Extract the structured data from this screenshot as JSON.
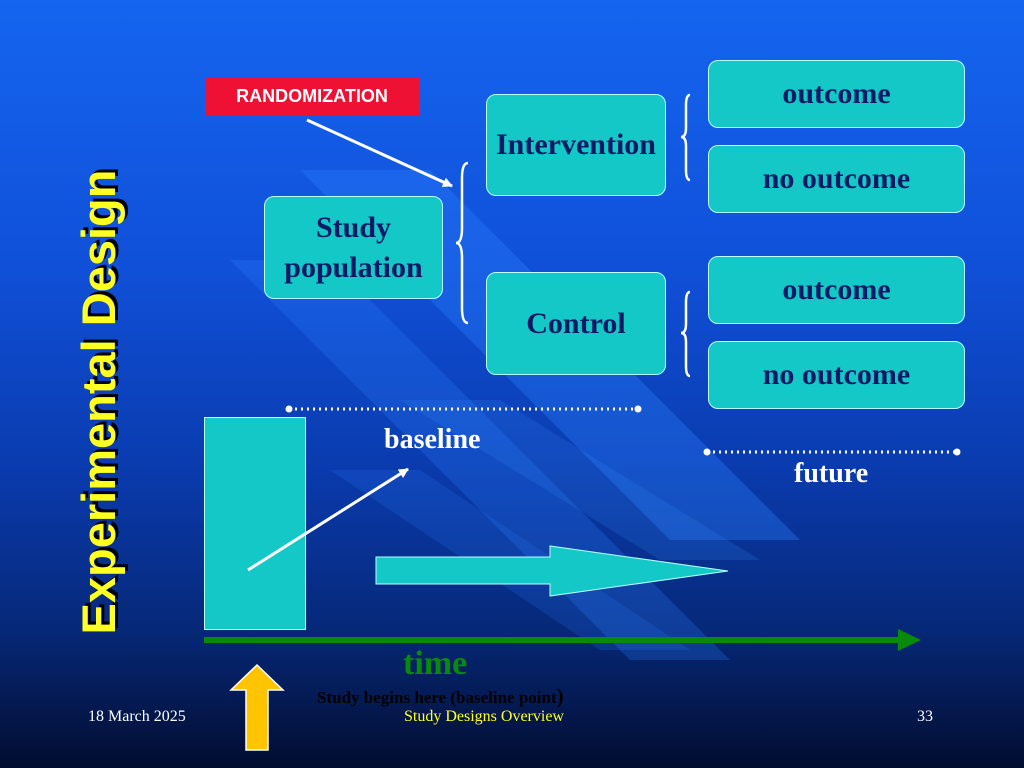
{
  "slide": {
    "vertical_title": "Experimental Design",
    "randomization_label": "RANDOMIZATION",
    "study_population_line1": "Study",
    "study_population_line2": "population",
    "intervention": "Intervention",
    "control": "Control",
    "outcome_1": "outcome",
    "no_outcome_1": "no outcome",
    "outcome_2": "outcome",
    "no_outcome_2": "no outcome",
    "baseline": "baseline",
    "future": "future",
    "time": "time",
    "study_begins": "Study begins here  (baseline point",
    "study_begins_paren": ")"
  },
  "footer": {
    "date": "18 March 2025",
    "center": "Study Designs Overview",
    "page": "33"
  },
  "colors": {
    "box_fill": "#14c8c8",
    "title_yellow": "#ffff22",
    "time_green": "#0a8a0a",
    "randomization_red": "#ee1133",
    "up_arrow_yellow": "#ffc400"
  }
}
